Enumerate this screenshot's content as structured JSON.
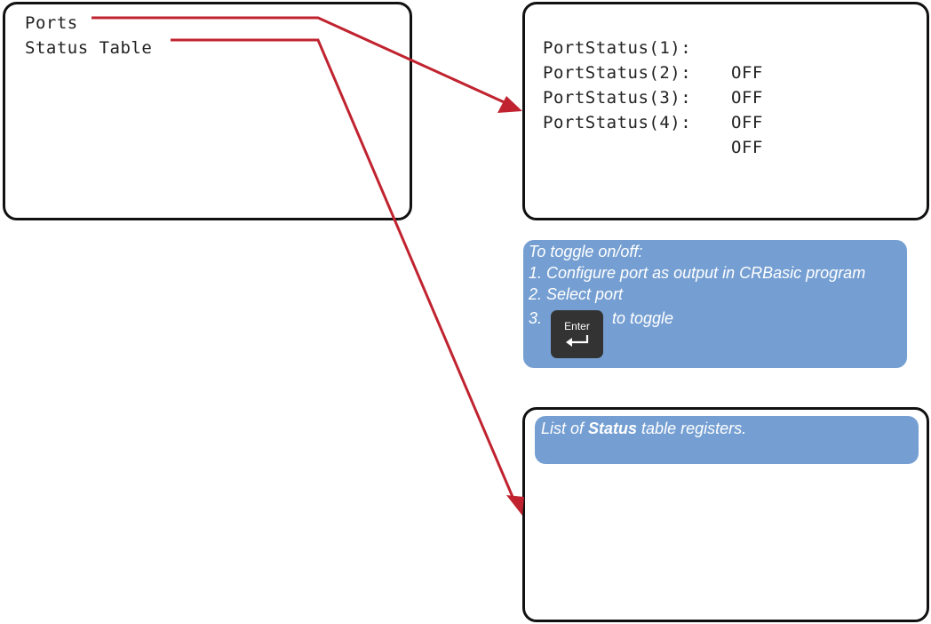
{
  "menu": {
    "items": [
      "Ports",
      "Status Table"
    ]
  },
  "ports": {
    "rows": [
      {
        "label": "PortStatus(1):",
        "value": "OFF"
      },
      {
        "label": "PortStatus(2):",
        "value": "OFF"
      },
      {
        "label": "PortStatus(3):",
        "value": "OFF"
      },
      {
        "label": "PortStatus(4):",
        "value": "OFF"
      }
    ]
  },
  "toggle_note": {
    "title": "To toggle on/off:",
    "step1": "1. Configure port as output in CRBasic program",
    "step2": "2. Select port",
    "step3_number": "3.",
    "step3_key": "Enter",
    "step3_text": "to toggle"
  },
  "status_note": {
    "prefix": "List of ",
    "emphasis": "Status",
    "suffix": " table registers."
  },
  "colors": {
    "arrow": "#c0232f",
    "note_fill": "#759fd2",
    "key_fill": "#333333",
    "screen_border": "#111111"
  }
}
